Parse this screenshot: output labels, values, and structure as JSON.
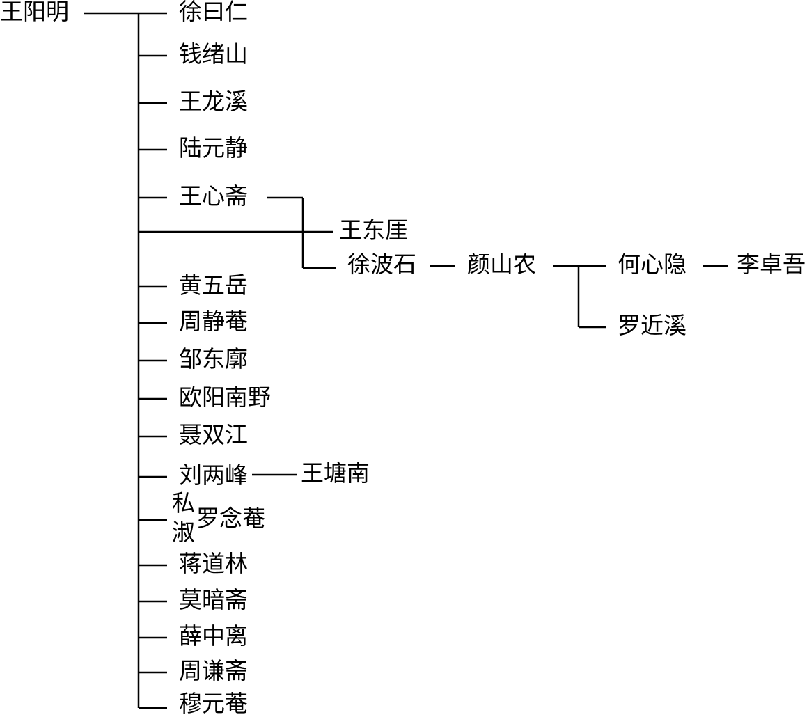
{
  "root": "王阳明",
  "disciples": [
    "徐曰仁",
    "钱绪山",
    "王龙溪",
    "陆元静",
    "王心斋",
    "黄五岳",
    "周静菴",
    "邹东廓",
    "欧阳南野",
    "聂双江",
    "刘两峰",
    "罗念菴",
    "蒋道林",
    "莫暗斋",
    "薛中离",
    "周谦斋",
    "穆元菴"
  ],
  "xinzhai_line": {
    "wang_dongya": "王东厓",
    "xu_boshi": "徐波石",
    "yan_shannong": "颜山农",
    "he_xinyin": "何心隐",
    "li_zhuowu": "李卓吾",
    "luo_jinxi": "罗近溪"
  },
  "liangfeng_student": "王塘南",
  "sishu_label": [
    "私",
    "淑"
  ]
}
